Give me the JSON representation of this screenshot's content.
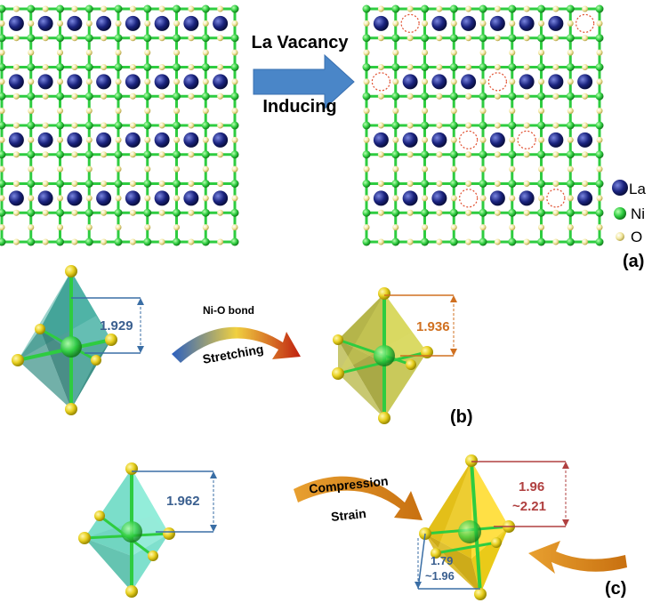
{
  "panel_a": {
    "arrow_top_label": "La Vacancy",
    "arrow_bottom_label": "Inducing",
    "legend": [
      {
        "label": "La",
        "color": "#1a237e"
      },
      {
        "label": "Ni",
        "color": "#2ecc40"
      },
      {
        "label": "O",
        "color": "#f2e8a0"
      }
    ],
    "panel_label": "(a)"
  },
  "panel_b": {
    "left_bond_length": "1.929",
    "right_bond_length": "1.936",
    "arrow_top_label": "Ni-O bond",
    "arrow_bottom_label": "Stretching",
    "panel_label": "(b)"
  },
  "panel_c": {
    "left_bond_length": "1.962",
    "right_upper_range_line1": "1.96",
    "right_upper_range_line2": "~2.21",
    "right_lower_range_line1": "1.79",
    "right_lower_range_line2": "~1.96",
    "strain_label_top": "Compression",
    "strain_label_bottom": "Strain",
    "panel_label": "(c)"
  },
  "colors": {
    "la_atom": "#1a237e",
    "ni_atom": "#2ecc40",
    "o_atom": "#f2e8a0",
    "arrow_blue": "#4a86c8",
    "octa_teal": "#3aa89a",
    "octa_olive": "#c8c83a",
    "octa_cyan": "#5fd8c0",
    "octa_gold": "#f2c800",
    "blue_text": "#3a5f8f",
    "orange_text": "#d07020",
    "red_text": "#b04040",
    "vacancy_ring": "#e05030",
    "strain_arrow": "#d98a1a"
  }
}
